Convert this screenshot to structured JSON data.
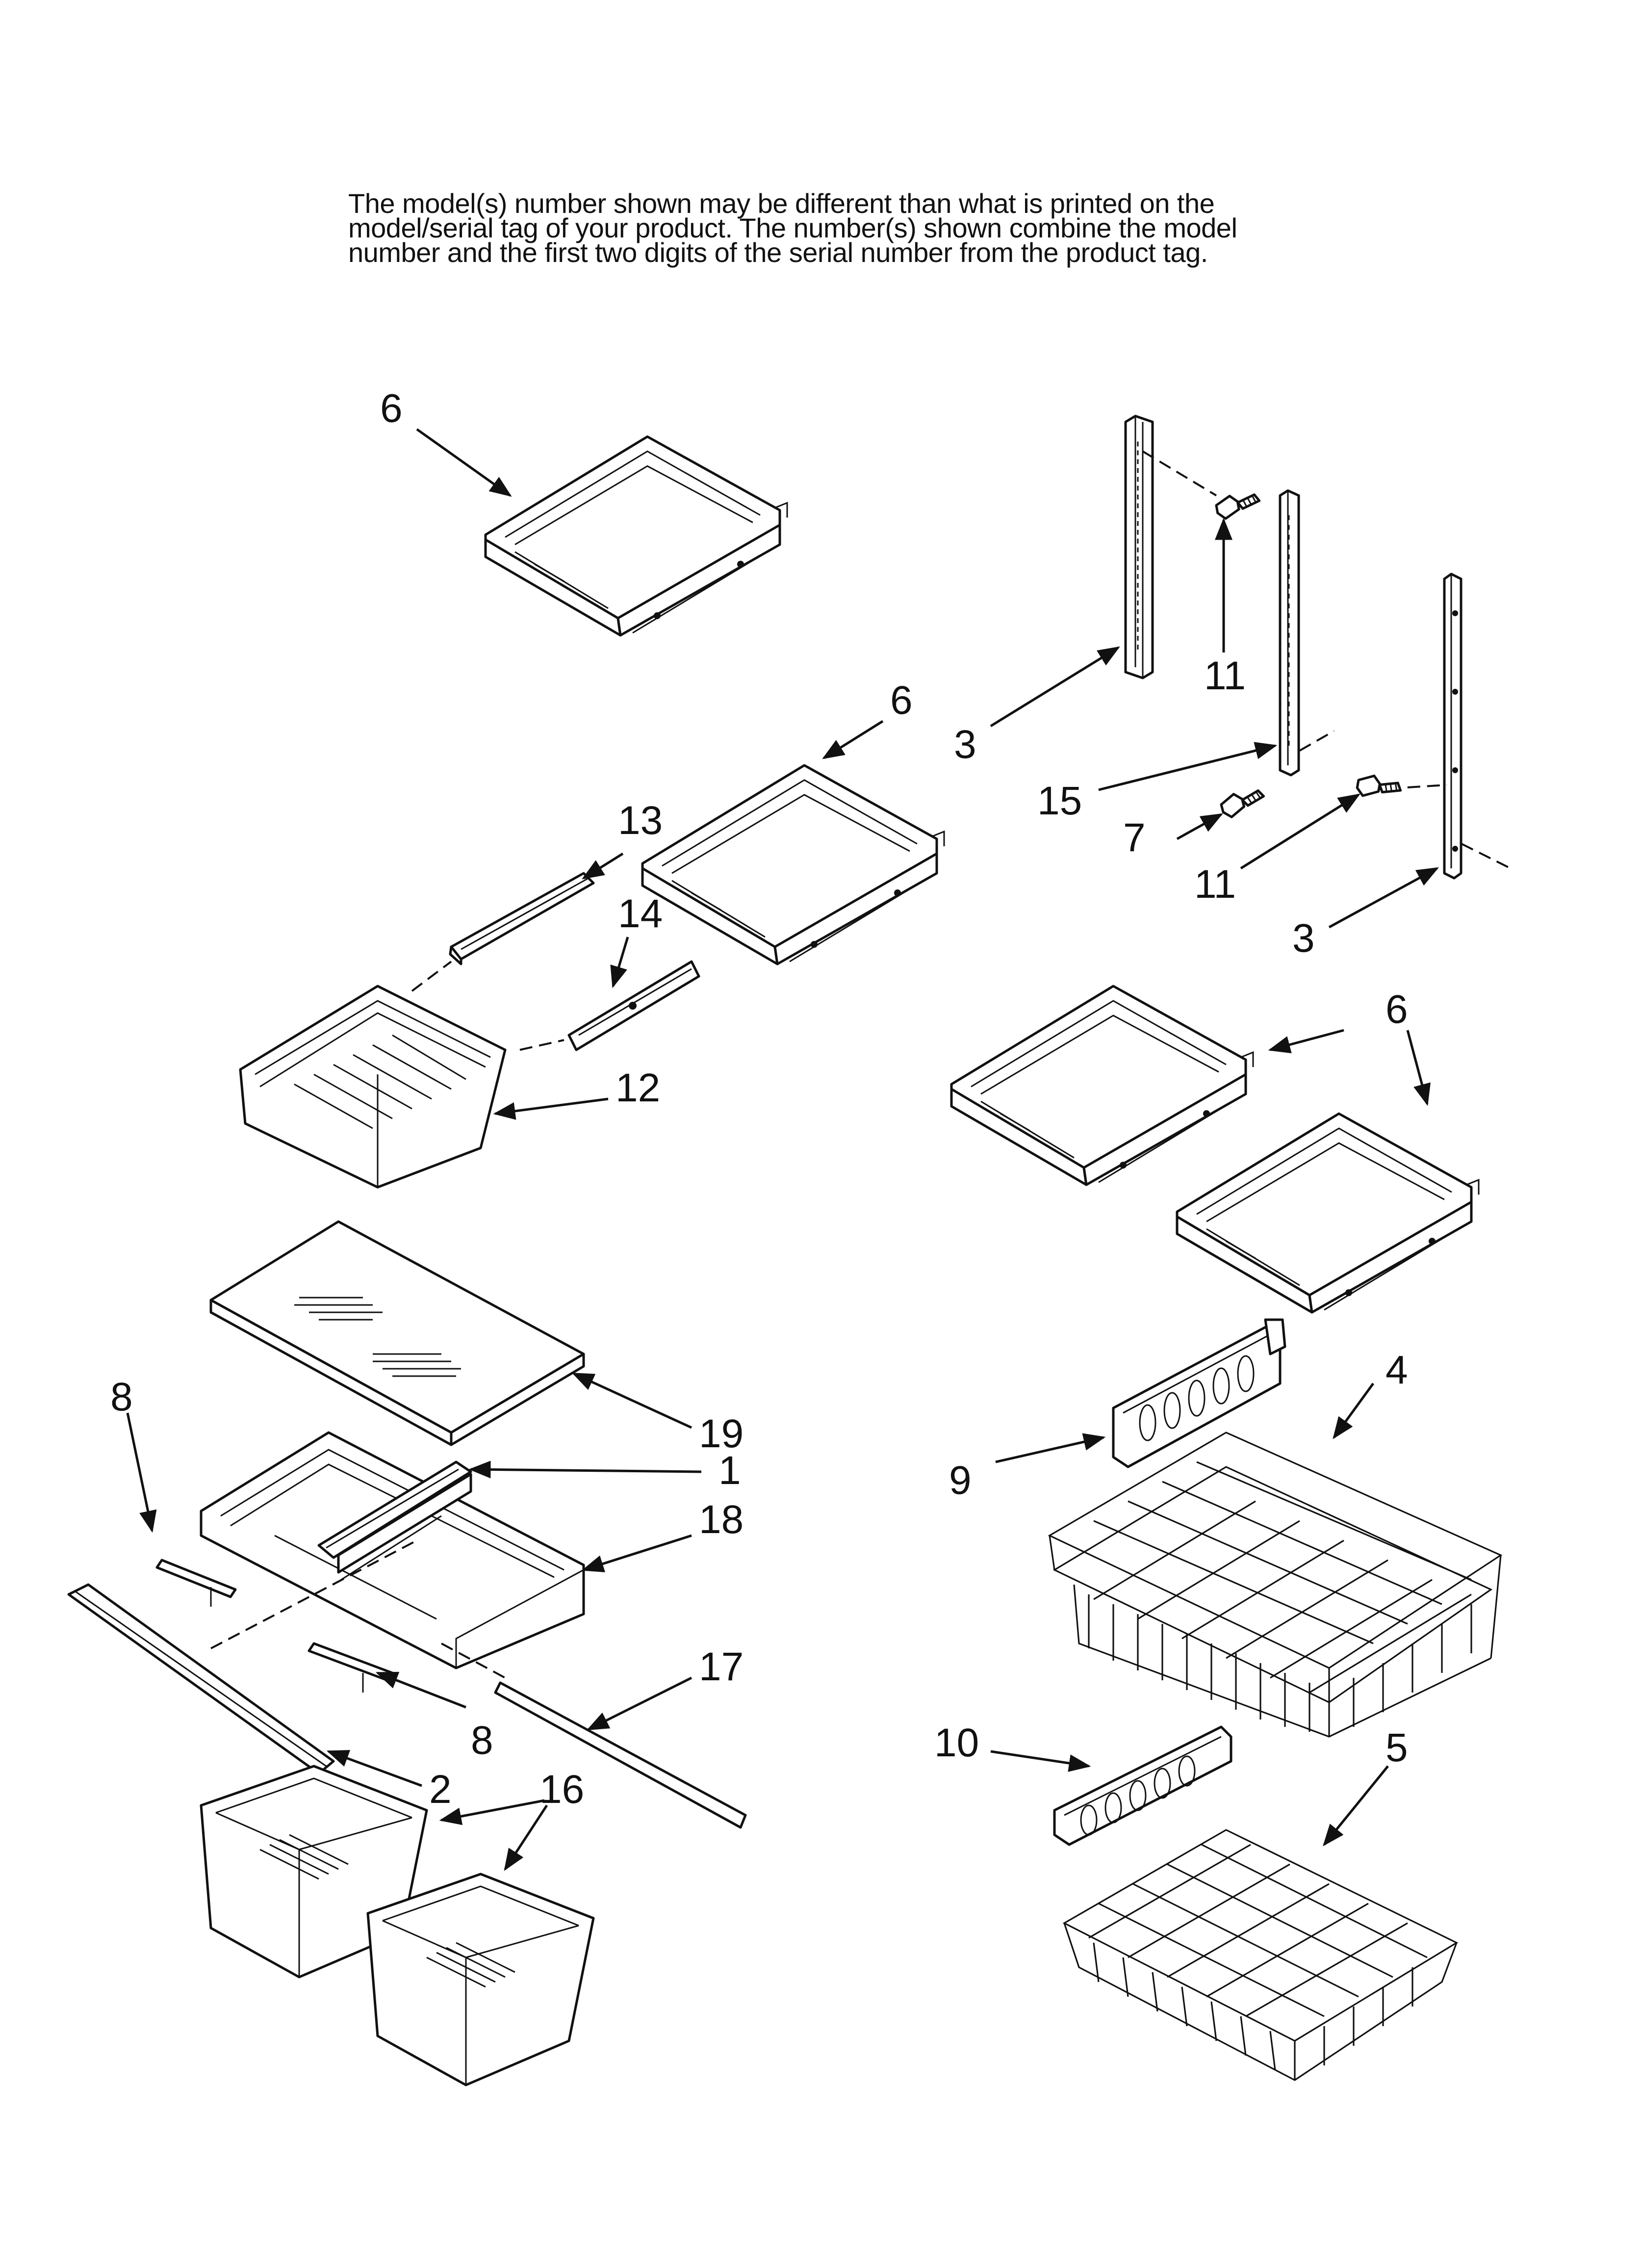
{
  "header_note": {
    "line1": "The model(s) number shown may be different than what is printed on the",
    "line2": "model/serial tag of your product. The number(s) shown combine the model",
    "line3": "number and the first two digits of the serial number from the product tag."
  },
  "callouts": {
    "c6a": "6",
    "c6b": "6",
    "c6c": "6",
    "c3a": "3",
    "c3b": "3",
    "c11a": "11",
    "c11b": "11",
    "c15": "15",
    "c7": "7",
    "c13": "13",
    "c14": "14",
    "c12": "12",
    "c19": "19",
    "c8a": "8",
    "c8b": "8",
    "c1": "1",
    "c18": "18",
    "c17": "17",
    "c2": "2",
    "c16": "16",
    "c4": "4",
    "c9": "9",
    "c10": "10",
    "c5": "5"
  }
}
